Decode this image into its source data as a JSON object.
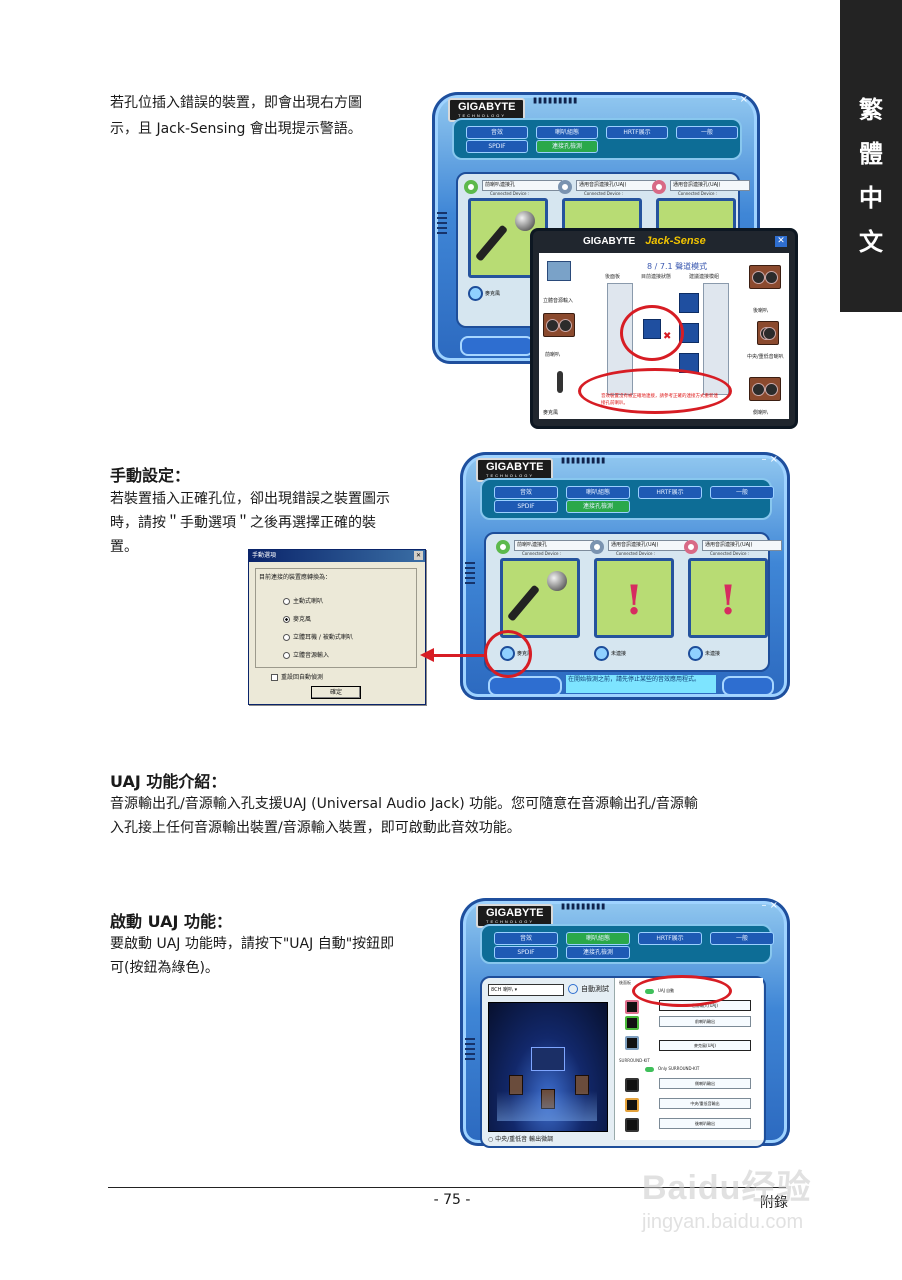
{
  "side_tab": {
    "chars": [
      "繁",
      "體",
      "中",
      "文"
    ]
  },
  "section1": {
    "text_line1": "若孔位插入錯誤的裝置，即會出現右方圖",
    "text_line2": "示，且 Jack-Sensing 會出現提示警語。"
  },
  "section2": {
    "heading": "手動設定：",
    "text_line1": "若裝置插入正確孔位，卻出現錯誤之裝置圖示",
    "text_line2": "時，請按＂手動選項＂之後再選擇正確的裝",
    "text_line3": "置。"
  },
  "section3": {
    "heading": "UAJ 功能介紹：",
    "text_line1": "音源輸出孔/音源輸入孔支援UAJ (Universal Audio Jack) 功能。您可隨意在音源輸出孔/音源輸",
    "text_line2": "入孔接上任何音源輸出裝置/音源輸入裝置，即可啟動此音效功能。"
  },
  "section4": {
    "heading": "啟動 UAJ 功能：",
    "text_line1": "要啟動 UAJ 功能時，請按下\"UAJ 自動\"按鈕即",
    "text_line2": "可(按鈕為綠色)。"
  },
  "audio_window": {
    "brand": "GIGABYTE",
    "brand_sub": "TECHNOLOGY",
    "menu": [
      "音效",
      "喇叭組態",
      "HRTF展示",
      "一般",
      "SPDIF",
      "連接孔檢測"
    ],
    "jacks": [
      {
        "title": "前喇叭連接孔",
        "subtitle": "Connected Device :"
      },
      {
        "title": "通用音訊連接孔(UAJ)",
        "subtitle": "Connected Device :"
      },
      {
        "title": "通用音訊連接孔(UAJ)",
        "subtitle": "Connected Device :"
      }
    ],
    "status_mic": "麥克風",
    "status_unplugged": "未連接",
    "tip_text": "在開始檢測之前，請先停止某些的音效應用程式。"
  },
  "jack_sense": {
    "brand": "GIGABYTE",
    "title": "Jack-Sense",
    "mode": "8 / 7.1 聲道模式",
    "col_back": "後面板",
    "col_status": "目前連接狀態",
    "col_suggest": "建議連接模組",
    "label_line_in": "立體音源輸入",
    "label_rear_speaker": "後喇叭",
    "label_front_speaker": "前喇叭",
    "label_center_sub": "中央/重低音喇叭",
    "label_mic": "麥克風",
    "label_side_speaker": "側喇叭",
    "warning": "音效裝置沒有被正確地連接，請參考正確的連接方式重新連接孔前喇叭。"
  },
  "manual_dialog": {
    "title": "手動選項",
    "prompt": "目前連接的裝置應轉換為：",
    "options": [
      "主動式喇叭",
      "麥克風",
      "立體耳機 / 被動式喇叭",
      "立體音源輸入"
    ],
    "selected": 1,
    "checkbox": "重設回自動偵測",
    "ok": "確定"
  },
  "uaj_window": {
    "speaker_select": "8CH 喇叭",
    "auto_test": "自動測試",
    "back_panel": "後面板",
    "uaj_auto": "UAJ 自動",
    "rows": [
      "音源輸入(UAJ)",
      "前喇叭輸出",
      "麥克風(UAJ)"
    ],
    "surround_kit": "SURROUND-KIT",
    "only_kit": "Only SURROUND-KIT",
    "kit_rows": [
      "側喇叭輸出",
      "中央/重低音輸出",
      "後喇叭輸出"
    ],
    "volume_label": "中央/重低音 輸出微調"
  },
  "footer": {
    "page": "- 75 -",
    "right": "附錄"
  },
  "watermark": {
    "line1": "Baidu经验",
    "line2": "jingyan.baidu.com"
  }
}
